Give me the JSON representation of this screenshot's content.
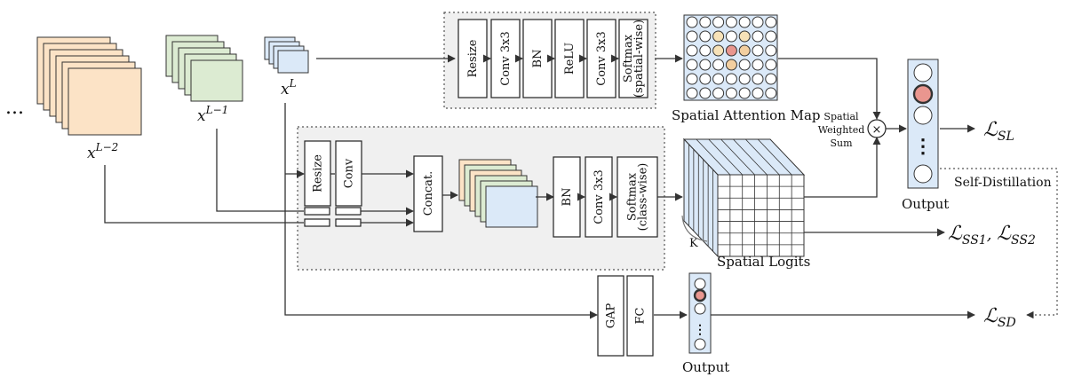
{
  "inputs": {
    "ellipsis": "...",
    "x_L2": {
      "base": "x",
      "sup": "L−2"
    },
    "x_L1": {
      "base": "x",
      "sup": "L−1"
    },
    "x_L": {
      "base": "x",
      "sup": "L"
    }
  },
  "attention_branch": {
    "blocks": [
      {
        "label": "Resize"
      },
      {
        "label": "Conv 3x3"
      },
      {
        "label": "BN"
      },
      {
        "label": "ReLU"
      },
      {
        "label": "Conv 3x3"
      },
      {
        "label": "Softmax",
        "sub": "(spatial-wise)"
      }
    ],
    "map_label": "Spatial Attention Map"
  },
  "segmentation_branch": {
    "blocks": [
      {
        "label": "Resize"
      },
      {
        "label": "Conv"
      }
    ],
    "concat_label": "Concat.",
    "post_blocks": [
      {
        "label": "BN"
      },
      {
        "label": "Conv 3x3"
      },
      {
        "label": "Softmax",
        "sub": "(class-wise)"
      }
    ],
    "logits_label": "Spatial Logits",
    "k_label": "K"
  },
  "weighted_sum": {
    "line1": "Spatial",
    "line2": "Weighted",
    "line3": "Sum",
    "symbol": "×"
  },
  "output_main": {
    "label": "Output",
    "dots": "⋮"
  },
  "output_small": {
    "label": "Output",
    "dots": "⋮"
  },
  "classification_branch": {
    "blocks": [
      {
        "label": "GAP"
      },
      {
        "label": "FC"
      }
    ]
  },
  "self_distillation": "Self-Distillation",
  "losses": {
    "sl": {
      "base": "ℒ",
      "sub": "SL"
    },
    "ss": {
      "base1": "ℒ",
      "sub1": "SS1",
      "comma": ", ",
      "base2": "ℒ",
      "sub2": "SS2"
    },
    "sd": {
      "base": "ℒ",
      "sub": "SD"
    }
  },
  "colors": {
    "orange": "#fce3c6",
    "green": "#dcebd2",
    "blue": "#dbe9f8",
    "highlight": "#e9968f",
    "attn_light": "#f7e2b8",
    "attn_mid": "#f3cfa0"
  }
}
